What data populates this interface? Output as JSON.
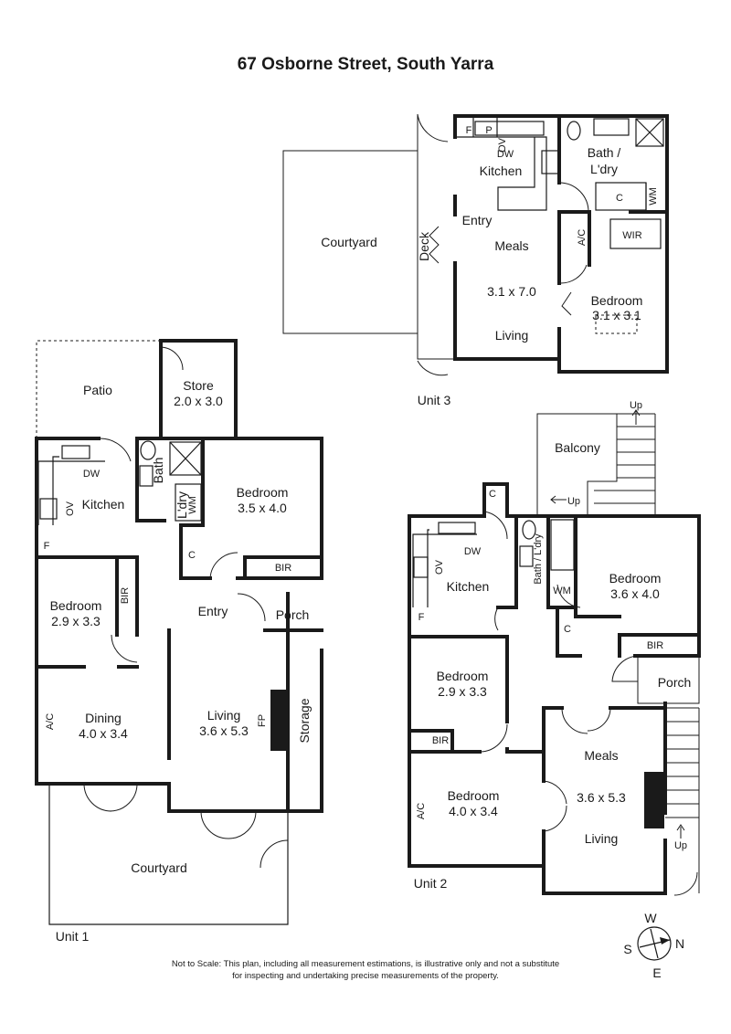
{
  "title": "67 Osborne Street, South Yarra",
  "disclaimer": {
    "line1": "Not to Scale: This plan, including all measurement estimations, is illustrative only and not a substitute",
    "line2": "for inspecting and undertaking precise measurements of the property."
  },
  "compass": {
    "w": "W",
    "n": "N",
    "e": "E",
    "s": "S"
  },
  "unit1": {
    "label": "Unit 1",
    "patio": "Patio",
    "store": "Store",
    "store_dim": "2.0 x 3.0",
    "bath": "Bath",
    "laundry": "L'dry",
    "wm": "WM",
    "kitchen": "Kitchen",
    "dw": "DW",
    "ov": "OV",
    "f": "F",
    "c": "C",
    "bedroom1": "Bedroom",
    "bedroom1_dim": "3.5 x 4.0",
    "bir1": "BIR",
    "bedroom2": "Bedroom",
    "bedroom2_dim": "2.9 x 3.3",
    "bir2": "BIR",
    "entry": "Entry",
    "porch": "Porch",
    "dining": "Dining",
    "dining_dim": "4.0 x 3.4",
    "ac": "A/C",
    "living": "Living",
    "living_dim": "3.6 x 5.3",
    "fp": "FP",
    "storage": "Storage",
    "courtyard": "Courtyard"
  },
  "unit2": {
    "label": "Unit 2",
    "balcony": "Balcony",
    "up_top": "Up",
    "up_mid": "Up",
    "up_bottom": "Up",
    "c_top": "C",
    "kitchen": "Kitchen",
    "dw": "DW",
    "ov": "OV",
    "f": "F",
    "bath_laundry": "Bath / L'dry",
    "wm": "WM",
    "c_mid": "C",
    "bedroom1": "Bedroom",
    "bedroom1_dim": "3.6 x 4.0",
    "bir1": "BIR",
    "porch": "Porch",
    "bedroom2": "Bedroom",
    "bedroom2_dim": "2.9 x 3.3",
    "bir2": "BIR",
    "meals": "Meals",
    "meals_dim": "3.6 x 5.3",
    "living": "Living",
    "bedroom3": "Bedroom",
    "bedroom3_dim": "4.0 x 3.4",
    "ac": "A/C"
  },
  "unit3": {
    "label": "Unit 3",
    "courtyard": "Courtyard",
    "deck": "Deck",
    "f": "F",
    "p": "P",
    "dw": "DW",
    "ov": "OV",
    "kitchen": "Kitchen",
    "bath_line1": "Bath /",
    "bath_line2": "L'dry",
    "c": "C",
    "wm": "WM",
    "entry": "Entry",
    "meals": "Meals",
    "ac": "A/C",
    "wir": "WIR",
    "dim": "3.1 x 7.0",
    "living": "Living",
    "bedroom": "Bedroom",
    "bedroom_dim": "3.1 x 3.1"
  }
}
